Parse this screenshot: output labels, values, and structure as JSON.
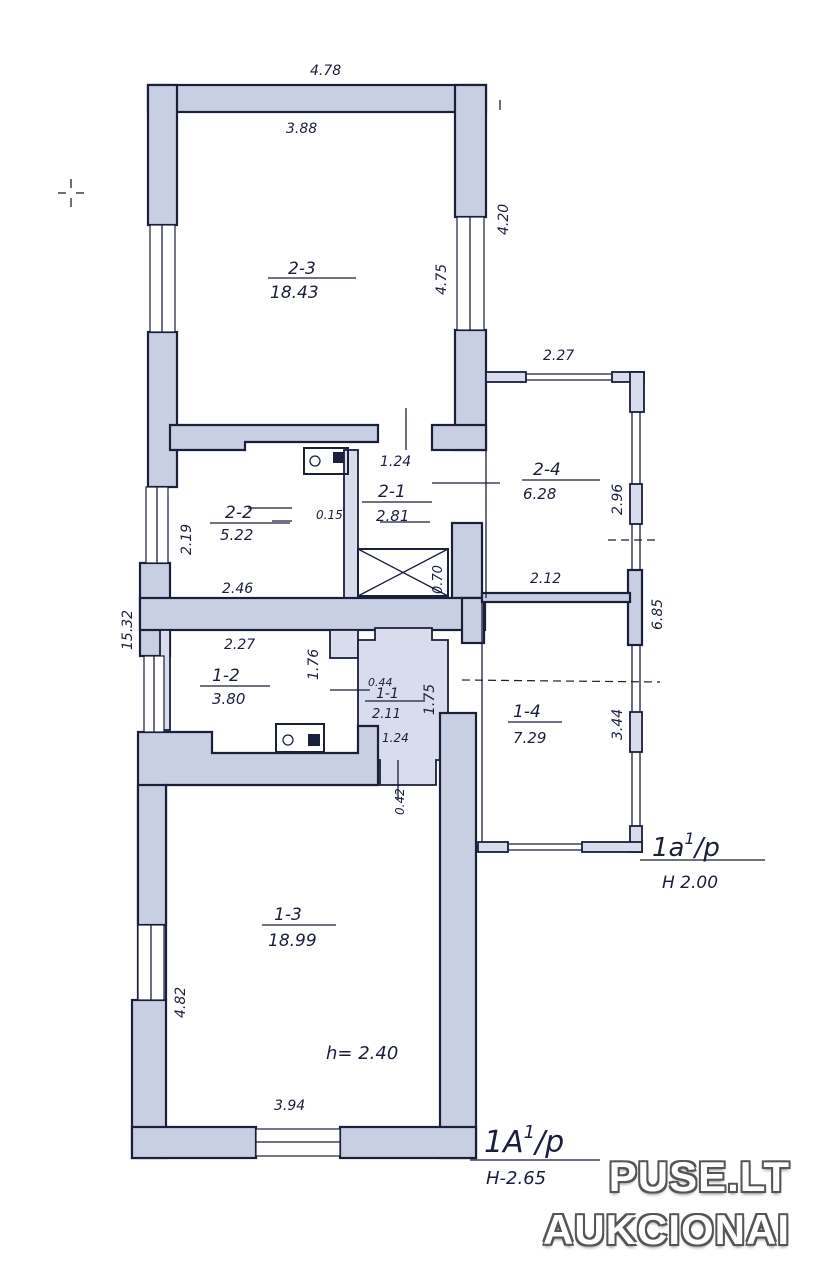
{
  "dimensions": {
    "top_total": "4.78",
    "r23_width": "3.88",
    "right_top": "4.20",
    "r23_height": "4.75",
    "r24_top": "2.27",
    "r24_side": "2.96",
    "r21_width": "1.24",
    "r21_door": "0.15",
    "r21_side": "0.70",
    "r22_height": "2.19",
    "r22_width": "2.46",
    "r14_top": "2.12",
    "left_total": "15.32",
    "right_total": "6.85",
    "r12_width": "2.27",
    "r12_side": "1.76",
    "r11_small": "0.44",
    "r11_side": "1.75",
    "r11_bottom": "1.24",
    "r11_passage": "0.42",
    "r14_side": "3.44",
    "r13_height": "4.82",
    "r13_width": "3.94"
  },
  "rooms": [
    {
      "id": "2-3",
      "area": "18.43"
    },
    {
      "id": "2-2",
      "area": "5.22"
    },
    {
      "id": "2-1",
      "area": "2.81"
    },
    {
      "id": "2-4",
      "area": "6.28"
    },
    {
      "id": "1-2",
      "area": "3.80"
    },
    {
      "id": "1-1",
      "area": "2.11"
    },
    {
      "id": "1-4",
      "area": "7.29"
    },
    {
      "id": "1-3",
      "area": "18.99"
    }
  ],
  "ceiling_height": "h= 2.40",
  "annex_label": "1a",
  "annex_sup": "1",
  "annex_suffix": "/p",
  "annex_height": "H 2.00",
  "main_label": "1A",
  "main_sup": "1",
  "main_suffix": "/p",
  "main_height": "H-2.65",
  "watermark": {
    "line1": "PUSE.LT",
    "line2": "AUKCIONAI"
  },
  "colors": {
    "ink": "#1a1f3a",
    "wall_fill": "#c9cfe3"
  }
}
